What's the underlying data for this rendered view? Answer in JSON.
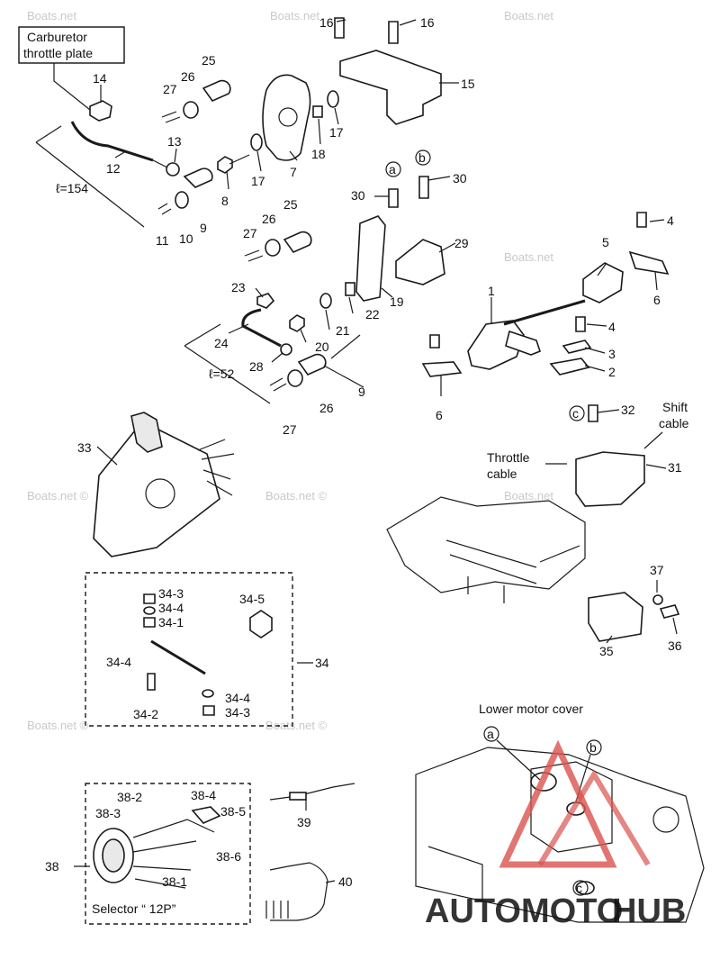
{
  "callouts": {
    "carb": [
      "Carburetor",
      "throttle plate"
    ],
    "throttle_cable": [
      "Throttle",
      "cable"
    ],
    "shift_cable": [
      "Shift",
      "cable"
    ],
    "lower_motor_cover": "Lower motor cover",
    "selector": "Selector “ 12P”"
  },
  "dimensions": {
    "upper": "ℓ=154",
    "lower": "ℓ=52"
  },
  "circle_marks": {
    "a": "a",
    "b": "b",
    "c": "c"
  },
  "watermarks": {
    "site": "Boats.net",
    "site_copy": "Boats.net ©",
    "logo_auto": "AUTOMOTO",
    "logo_hub": "HUB"
  },
  "part_numbers": [
    "1",
    "2",
    "3",
    "4",
    "5",
    "6",
    "7",
    "8",
    "9",
    "10",
    "11",
    "12",
    "13",
    "14",
    "15",
    "16",
    "17",
    "18",
    "19",
    "20",
    "21",
    "22",
    "23",
    "24",
    "25",
    "26",
    "27",
    "28",
    "29",
    "30",
    "31",
    "32",
    "33",
    "34",
    "35",
    "36",
    "37",
    "38",
    "39",
    "40",
    "34-1",
    "34-2",
    "34-3",
    "34-4",
    "34-5",
    "38-1",
    "38-2",
    "38-3",
    "38-4",
    "38-5",
    "38-6"
  ],
  "colors": {
    "logo_red": "#d9534f",
    "logo_yellow": "#f2a33a",
    "logo_grey": "#5d6e7e"
  }
}
